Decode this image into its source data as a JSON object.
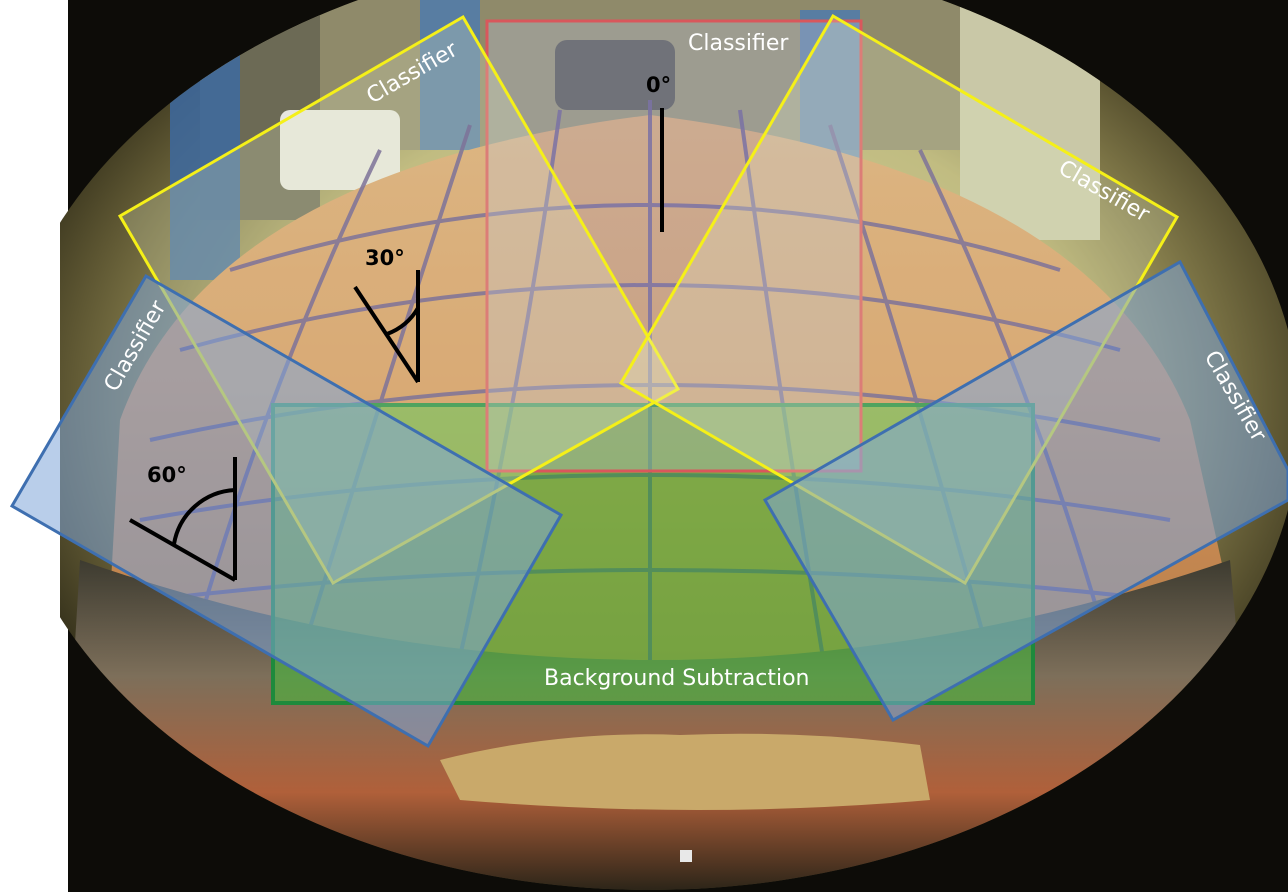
{
  "labels": {
    "classifier_top": "Classifier",
    "classifier_upper_left": "Classifier",
    "classifier_upper_right": "Classifier",
    "classifier_lower_left": "Classifier",
    "classifier_lower_right": "Classifier",
    "background_subtraction": "Background Subtraction",
    "angle_0": "0°",
    "angle_30": "30°",
    "angle_60": "60°"
  },
  "colors": {
    "classifier_0deg_outline": "#d9575c",
    "classifier_30deg_outline": "#f5f018",
    "classifier_60deg_outline": "#3e6fb0",
    "background_subtraction_outline": "#1e8a3c",
    "background_subtraction_fill": "#3fbf3a"
  }
}
